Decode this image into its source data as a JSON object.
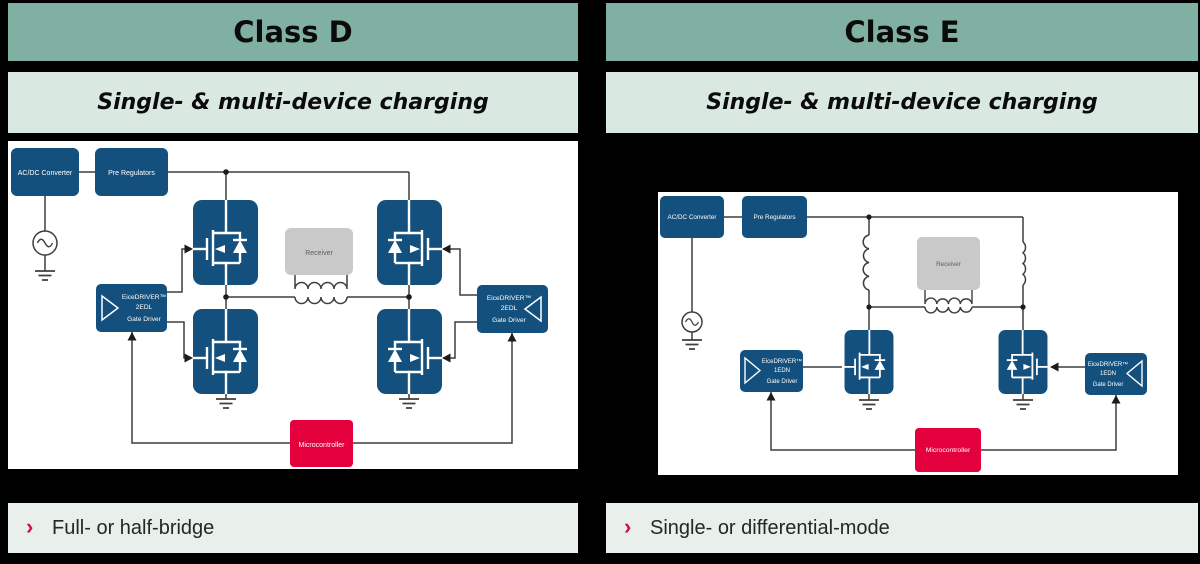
{
  "colors": {
    "background": "#000000",
    "header_bg": "#7fb0a1",
    "subtitle_bg": "#d9e8e0",
    "bullet_bar_bg": "#e9efea",
    "panel_bg": "#ffffff",
    "box_blue": "#14507d",
    "box_red": "#e3003c",
    "receiver_grey": "#c9c9c9",
    "wire": "#3f3f3f",
    "chevron_red": "#d21039"
  },
  "panels": {
    "left": {
      "header": "Class D",
      "subtitle": "Single- & multi-device charging",
      "bullet": {
        "marker": "›",
        "text": "Full- or half-bridge"
      },
      "diagram": {
        "acdc": "AC/DC Converter",
        "prereg": "Pre Regulators",
        "receiver": "Receiver",
        "micro": "Microcontroller",
        "driver_left": {
          "l1": "EiceDRIVER™",
          "l2": "2EDL",
          "l3": "Gate Driver"
        },
        "driver_right": {
          "l1": "EiceDRIVER™",
          "l2": "2EDL",
          "l3": "Gate Driver"
        }
      }
    },
    "right": {
      "header": "Class E",
      "subtitle": "Single- & multi-device charging",
      "bullet": {
        "marker": "›",
        "text": "Single- or differential-mode"
      },
      "diagram": {
        "acdc": "AC/DC Converter",
        "prereg": "Pre Regulators",
        "receiver": "Receiver",
        "micro": "Microcontroller",
        "driver_left": {
          "l1": "EiceDRIVER™",
          "l2": "1EDN",
          "l3": "Gate Driver"
        },
        "driver_right": {
          "l1": "EiceDRIVER™",
          "l2": "1EDN",
          "l3": "Gate Driver"
        }
      }
    }
  }
}
